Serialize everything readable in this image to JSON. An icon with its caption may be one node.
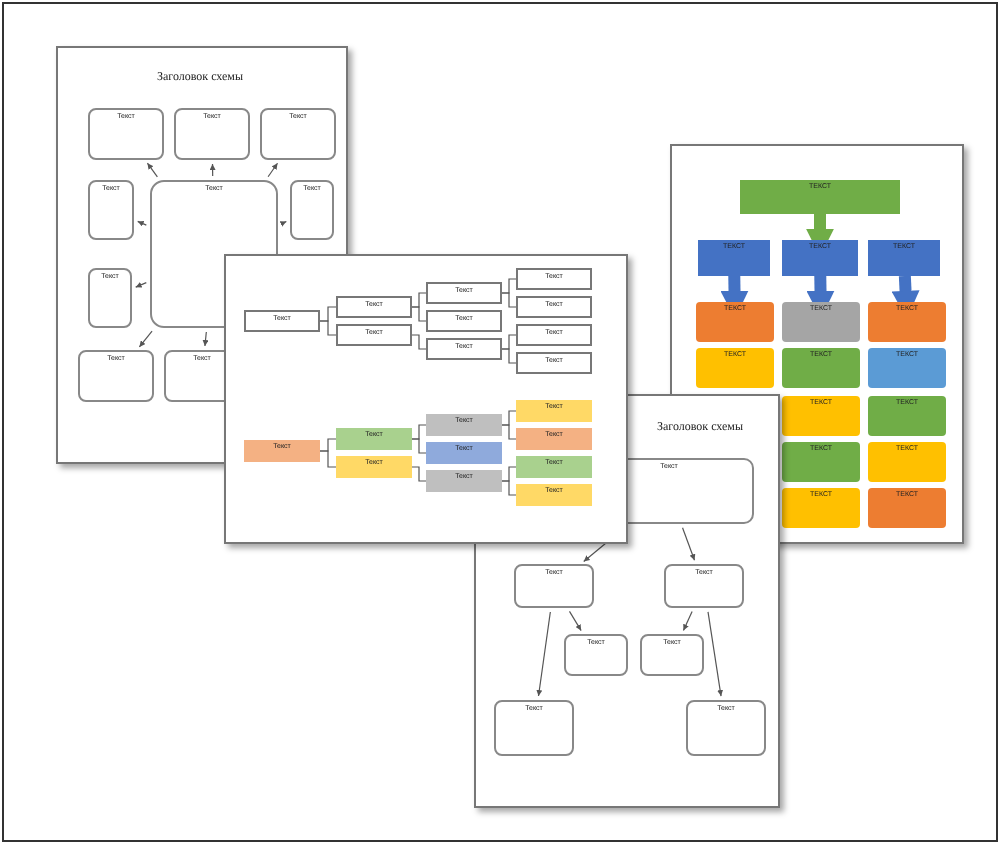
{
  "diagram": {
    "nodes": [
      {
        "text": [
          "Текст"
        ]
      },
      {
        "text": [
          "Текст"
        ]
      },
      {
        "text": [
          "Текст"
        ]
      },
      {
        "text": [
          "Текст"
        ]
      },
      {
        "text": [
          "Текст"
        ]
      },
      {
        "text": [
          "Текст"
        ]
      },
      {
        "text": [
          "Текст"
        ]
      },
      {
        "text": [
          "Текст"
        ]
      },
      {
        "text": [
          "Текст"
        ]
      },
      {
        "text": [
          "Текст"
        ]
      },
      {
        "text": [
          "Текст"
        ]
      },
      {
        "text": [
          "Текст"
        ]
      },
      {
        "text": [
          "Текст"
        ]
      },
      {
        "text": [
          "Текст"
        ]
      },
      {
        "text": [
          "Текст"
        ]
      },
      {
        "text": [
          "Текст"
        ]
      },
      {
        "text": [
          "Текст"
        ]
      },
      {
        "text": [
          "Текст"
        ]
      },
      {
        "text": [
          "Текст"
        ]
      },
      {
        "text": [
          "Текст"
        ]
      },
      {
        "text": [
          "Текст"
        ]
      },
      {
        "text": [
          "Текст"
        ]
      },
      {
        "text": [
          "Текст"
        ]
      },
      {
        "text": [
          "Текст"
        ]
      },
      {
        "text": [
          "Текст"
        ]
      },
      {
        "text": [
          "Текст"
        ]
      },
      {
        "text": [
          "Текст"
        ]
      },
      {
        "text": [
          "Текст"
        ]
      },
      {
        "text": [
          "Текст"
        ]
      },
      {
        "text": [
          "ТЕКСТ"
        ]
      },
      {
        "text": [
          "ТЕКСТ"
        ]
      },
      {
        "text": [
          "ТЕКСТ"
        ]
      },
      {
        "text": [
          "ТЕКСТ"
        ]
      },
      {
        "text": [
          "ТЕКСТ"
        ]
      },
      {
        "text": [
          "ТЕКСТ"
        ]
      },
      {
        "text": [
          "ТЕКСТ"
        ]
      },
      {
        "text": [
          "ТЕКСТ"
        ]
      },
      {
        "text": [
          "ТЕКСТ"
        ]
      },
      {
        "text": [
          "ТЕКСТ"
        ]
      },
      {
        "text": [
          "ТЕКСТ"
        ]
      },
      {
        "text": [
          "ТЕКСТ"
        ]
      },
      {
        "text": [
          "ТЕКСТ"
        ]
      },
      {
        "text": [
          "ТЕКСТ"
        ]
      },
      {
        "text": [
          "ТЕКСТ"
        ]
      },
      {
        "text": [
          "ТЕКСТ"
        ]
      },
      {
        "text": [
          "Текст"
        ]
      },
      {
        "text": [
          "Текст"
        ]
      },
      {
        "text": [
          "Текст"
        ]
      },
      {
        "text": [
          "Текст"
        ]
      },
      {
        "text": [
          "Текст"
        ]
      },
      {
        "text": [
          "Текст"
        ]
      },
      {
        "text": [
          "Текст"
        ]
      }
    ],
    "edges": [
      {
        "from": 3,
        "to": 0,
        "arrow": "to"
      },
      {
        "from": 3,
        "to": 1,
        "arrow": "to"
      },
      {
        "from": 3,
        "to": 2,
        "arrow": "to"
      },
      {
        "from": 3,
        "to": 4,
        "arrow": "to"
      },
      {
        "from": 3,
        "to": 5,
        "arrow": "to"
      },
      {
        "from": 3,
        "to": 6,
        "arrow": "to"
      },
      {
        "from": 3,
        "to": 7,
        "arrow": "to"
      },
      {
        "from": 3,
        "to": 8,
        "arrow": "to"
      },
      {
        "from": 9,
        "to": 10,
        "arrow": "none"
      },
      {
        "from": 9,
        "to": 11,
        "arrow": "none"
      },
      {
        "from": 10,
        "to": 12,
        "arrow": "none"
      },
      {
        "from": 10,
        "to": 13,
        "arrow": "none"
      },
      {
        "from": 11,
        "to": 14,
        "arrow": "none"
      },
      {
        "from": 12,
        "to": 15,
        "arrow": "none"
      },
      {
        "from": 12,
        "to": 16,
        "arrow": "none"
      },
      {
        "from": 14,
        "to": 17,
        "arrow": "none"
      },
      {
        "from": 14,
        "to": 18,
        "arrow": "none"
      },
      {
        "from": 19,
        "to": 20,
        "arrow": "none"
      },
      {
        "from": 19,
        "to": 21,
        "arrow": "none"
      },
      {
        "from": 20,
        "to": 22,
        "arrow": "none"
      },
      {
        "from": 20,
        "to": 23,
        "arrow": "none"
      },
      {
        "from": 21,
        "to": 24,
        "arrow": "none"
      },
      {
        "from": 22,
        "to": 25,
        "arrow": "none"
      },
      {
        "from": 22,
        "to": 26,
        "arrow": "none"
      },
      {
        "from": 24,
        "to": 27,
        "arrow": "none"
      },
      {
        "from": 24,
        "to": 28,
        "arrow": "none"
      },
      {
        "from": 29,
        "to": 31,
        "arrow": "to",
        "style": "thick",
        "color": "#70ad47"
      },
      {
        "from": 30,
        "to": 33,
        "arrow": "to",
        "style": "thick",
        "color": "#4472c4"
      },
      {
        "from": 31,
        "to": 34,
        "arrow": "to",
        "style": "thick",
        "color": "#4472c4"
      },
      {
        "from": 32,
        "to": 35,
        "arrow": "to",
        "style": "thick",
        "color": "#4472c4"
      },
      {
        "from": 45,
        "to": 46,
        "arrow": "to"
      },
      {
        "from": 45,
        "to": 47,
        "arrow": "to"
      },
      {
        "from": 46,
        "to": 48,
        "arrow": "to"
      },
      {
        "from": 46,
        "to": 50,
        "arrow": "to"
      },
      {
        "from": 47,
        "to": 49,
        "arrow": "to"
      },
      {
        "from": 47,
        "to": 51,
        "arrow": "to"
      }
    ],
    "labels": [
      "Заголовок схемы",
      "Заголовок схемы"
    ]
  }
}
